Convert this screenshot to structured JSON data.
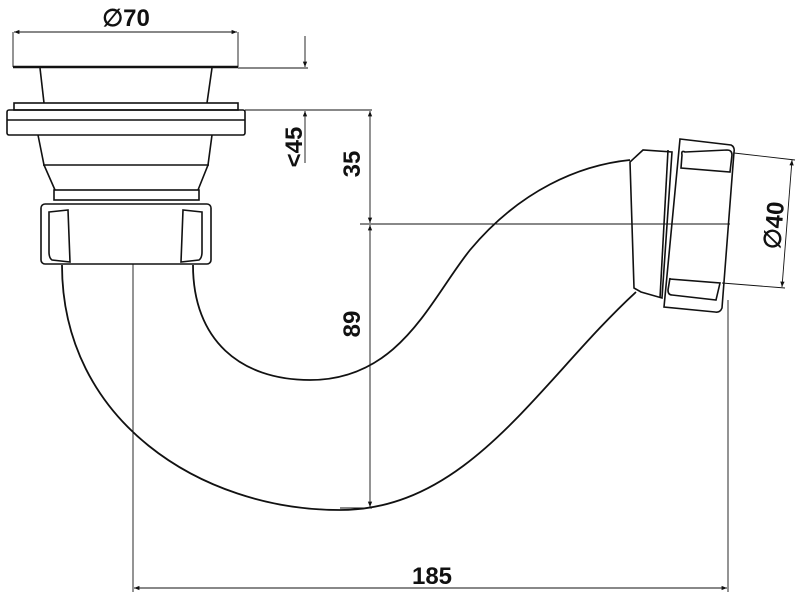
{
  "drawing": {
    "title": "P-trap siphon technical drawing",
    "dimensions": {
      "top_diameter": "∅70",
      "height_max": "<45",
      "flange_to_axis": "35",
      "axis_to_bottom": "89",
      "outlet_diameter": "∅40",
      "total_width": "185"
    },
    "colors": {
      "line": "#111111",
      "background": "#ffffff"
    }
  }
}
